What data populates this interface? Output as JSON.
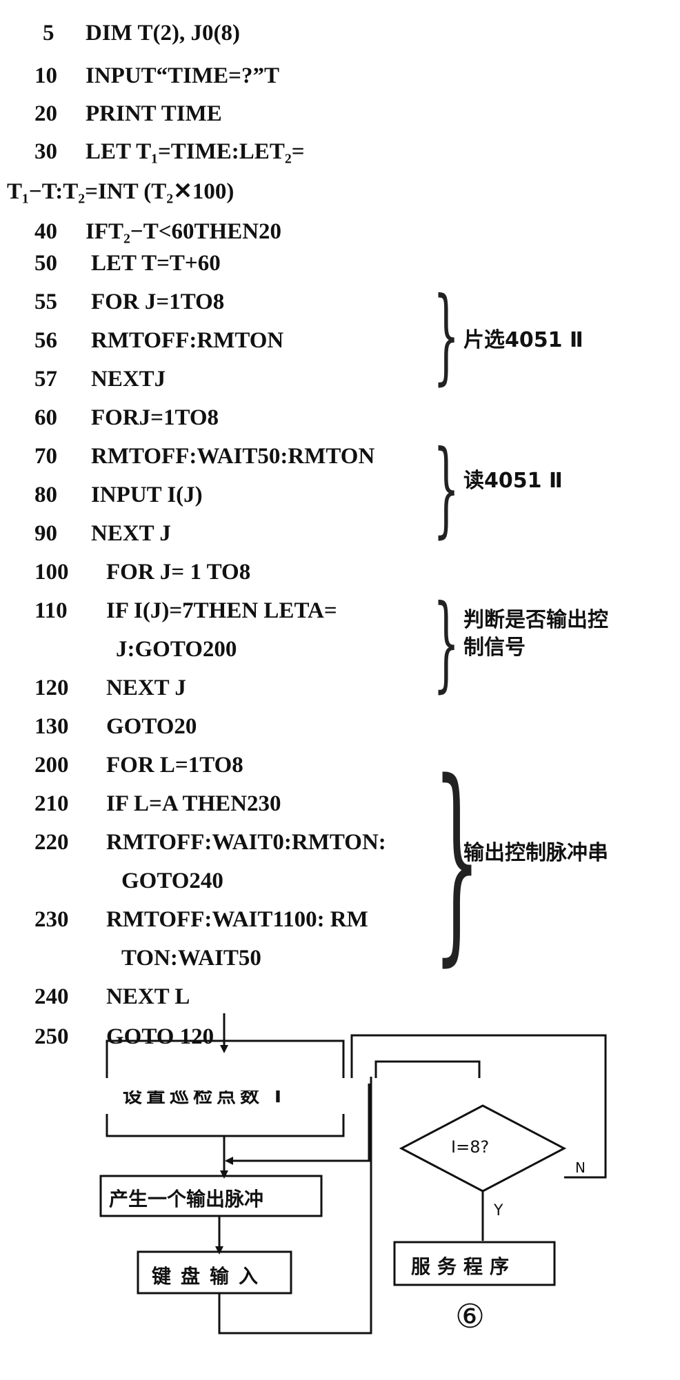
{
  "code_lines": [
    {
      "num": "5",
      "text": "DIM  T(2), J0(8)"
    },
    {
      "num": "10",
      "text": "INPUT“TIME=?”T"
    },
    {
      "num": "20",
      "text": "PRINT TIME"
    },
    {
      "num": "30",
      "text": "LET  T₁=TIME:LET₂="
    },
    {
      "num": "",
      "text": "T₁−T:T₂=INT (T₂✕100)"
    },
    {
      "num": "40",
      "text": "IFT₂−T<60THEN20"
    },
    {
      "num": "50",
      "text": "LET  T=T+60"
    },
    {
      "num": "55",
      "text": "FOR  J=1TO8"
    },
    {
      "num": "56",
      "text": "RMTOFF:RMTON"
    },
    {
      "num": "57",
      "text": "NEXTJ"
    },
    {
      "num": "60",
      "text": "FORJ=1TO8"
    },
    {
      "num": "70",
      "text": "RMTOFF:WAIT50:RMTON"
    },
    {
      "num": "80",
      "text": "INPUT I(J)"
    },
    {
      "num": "90",
      "text": "NEXT  J"
    },
    {
      "num": "100",
      "text": "FOR J= 1 TO8"
    },
    {
      "num": "110",
      "text": "IF I(J)=7THEN  LETA="
    },
    {
      "num": "",
      "text": "J:GOTO200"
    },
    {
      "num": "120",
      "text": "NEXT J"
    },
    {
      "num": "130",
      "text": "GOTO20"
    },
    {
      "num": "200",
      "text": "FOR  L=1TO8"
    },
    {
      "num": "210",
      "text": "IF  L=A  THEN230"
    },
    {
      "num": "220",
      "text": "RMTOFF:WAIT0:RMTON:"
    },
    {
      "num": "",
      "text": "GOTO240"
    },
    {
      "num": "230",
      "text": "RMTOFF:WAIT1100: RM"
    },
    {
      "num": "",
      "text": "TON:WAIT50"
    },
    {
      "num": "240",
      "text": "NEXT L"
    },
    {
      "num": "250",
      "text": "GOTO 120"
    }
  ],
  "annotations": [
    {
      "text": "片选4051 Ⅱ"
    },
    {
      "text": "读4051 Ⅱ"
    },
    {
      "text": "判断是否输出控\n制信号"
    },
    {
      "text": "输出控制脉冲串"
    }
  ],
  "flowchart": {
    "box_set_points": "设置巡检点数 I",
    "box_pulse": "产生一个输出脉冲",
    "box_keyboard": "键盘输入",
    "decision": "I=8?",
    "label_no": "N",
    "label_yes": "Y",
    "box_service": "服务程序",
    "figure_number": "⑥"
  }
}
